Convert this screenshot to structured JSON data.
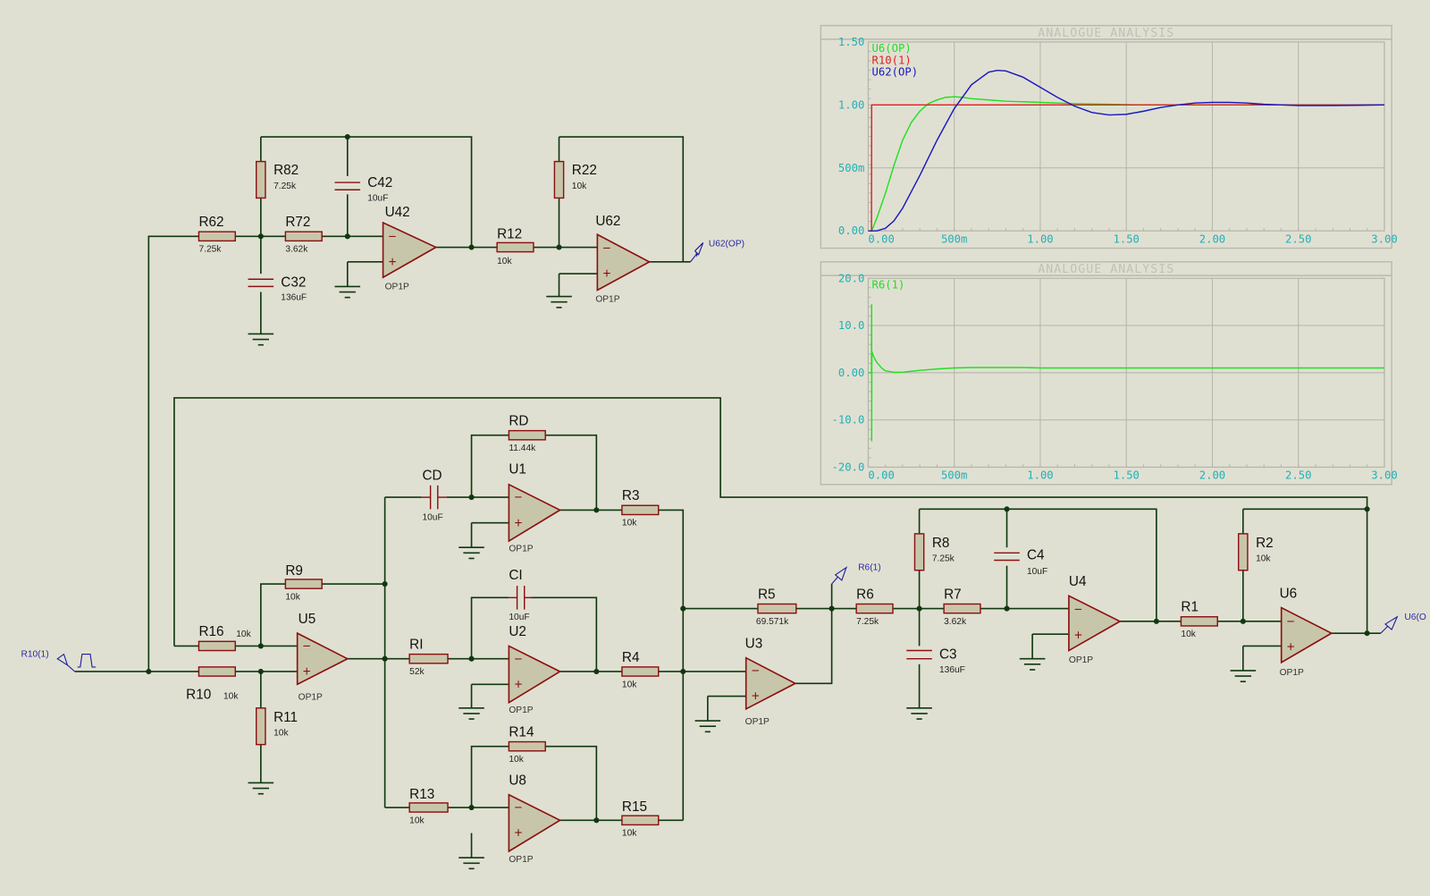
{
  "schematic": {
    "components": {
      "R62": {
        "ref": "R62",
        "value": "7.25k"
      },
      "R82": {
        "ref": "R82",
        "value": "7.25k"
      },
      "R72": {
        "ref": "R72",
        "value": "3.62k"
      },
      "C32": {
        "ref": "C32",
        "value": "136uF"
      },
      "C42": {
        "ref": "C42",
        "value": "10uF"
      },
      "U42": {
        "ref": "U42",
        "model": "OP1P"
      },
      "R12": {
        "ref": "R12",
        "value": "10k"
      },
      "R22": {
        "ref": "R22",
        "value": "10k"
      },
      "U62": {
        "ref": "U62",
        "model": "OP1P"
      },
      "R9": {
        "ref": "R9",
        "value": "10k"
      },
      "R16": {
        "ref": "R16",
        "value": "10k"
      },
      "R10": {
        "ref": "R10",
        "value": "10k"
      },
      "R11": {
        "ref": "R11",
        "value": "10k"
      },
      "U5": {
        "ref": "U5",
        "model": "OP1P"
      },
      "CD": {
        "ref": "CD",
        "value": "10uF"
      },
      "RD": {
        "ref": "RD",
        "value": "11.44k"
      },
      "U1": {
        "ref": "U1",
        "model": "OP1P"
      },
      "R3": {
        "ref": "R3",
        "value": "10k"
      },
      "CI": {
        "ref": "CI",
        "value": "10uF"
      },
      "RI": {
        "ref": "RI",
        "value": "52k"
      },
      "U2": {
        "ref": "U2",
        "model": "OP1P"
      },
      "R4": {
        "ref": "R4",
        "value": "10k"
      },
      "R14": {
        "ref": "R14",
        "value": "10k"
      },
      "R13": {
        "ref": "R13",
        "value": "10k"
      },
      "U8": {
        "ref": "U8",
        "model": "OP1P"
      },
      "R15": {
        "ref": "R15",
        "value": "10k"
      },
      "R5": {
        "ref": "R5",
        "value": "69.571k"
      },
      "U3": {
        "ref": "U3",
        "model": "OP1P"
      },
      "R6": {
        "ref": "R6",
        "value": "7.25k"
      },
      "R8": {
        "ref": "R8",
        "value": "7.25k"
      },
      "R7": {
        "ref": "R7",
        "value": "3.62k"
      },
      "C3": {
        "ref": "C3",
        "value": "136uF"
      },
      "C4": {
        "ref": "C4",
        "value": "10uF"
      },
      "U4": {
        "ref": "U4",
        "model": "OP1P"
      },
      "R1": {
        "ref": "R1",
        "value": "10k"
      },
      "R2": {
        "ref": "R2",
        "value": "10k"
      },
      "U6": {
        "ref": "U6",
        "model": "OP1P"
      }
    },
    "probes": {
      "input": "R10(1)",
      "u62": "U62(OP)",
      "r6": "R6(1)",
      "u6": "U6(O"
    },
    "colors": {
      "wire": "#103810",
      "component": "#8a1010",
      "body": "#c8c6aa",
      "probe": "#2a2aa8"
    }
  },
  "chart_data": [
    {
      "type": "line",
      "title": "ANALOGUE ANALYSIS",
      "xlabel": "",
      "ylabel": "",
      "xlim": [
        0,
        3.0
      ],
      "ylim": [
        0,
        1.5
      ],
      "xticks": [
        {
          "v": 0,
          "label": "0.00"
        },
        {
          "v": 0.5,
          "label": "500m"
        },
        {
          "v": 1.0,
          "label": "1.00"
        },
        {
          "v": 1.5,
          "label": "1.50"
        },
        {
          "v": 2.0,
          "label": "2.00"
        },
        {
          "v": 2.5,
          "label": "2.50"
        },
        {
          "v": 3.0,
          "label": "3.00"
        }
      ],
      "yticks": [
        {
          "v": 0,
          "label": "0.00"
        },
        {
          "v": 0.5,
          "label": "500m"
        },
        {
          "v": 1.0,
          "label": "1.00"
        },
        {
          "v": 1.5,
          "label": "1.50"
        }
      ],
      "grid": true,
      "legend": "top-left",
      "series": [
        {
          "name": "U6(OP)",
          "color": "#20e020",
          "x": [
            0,
            0.02,
            0.05,
            0.1,
            0.15,
            0.2,
            0.25,
            0.3,
            0.35,
            0.4,
            0.45,
            0.5,
            0.55,
            0.6,
            0.7,
            0.8,
            1.0,
            1.2,
            1.4,
            1.6,
            2.0,
            2.5,
            3.0
          ],
          "y": [
            0,
            0,
            0.1,
            0.3,
            0.52,
            0.72,
            0.86,
            0.95,
            1.01,
            1.04,
            1.06,
            1.065,
            1.06,
            1.05,
            1.04,
            1.03,
            1.02,
            1.01,
            1.005,
            1.0,
            1.0,
            1.0,
            1.0
          ]
        },
        {
          "name": "R10(1)",
          "color": "#e02020",
          "x": [
            0,
            0.019,
            0.02,
            3.0
          ],
          "y": [
            0,
            0,
            1.0,
            1.0
          ]
        },
        {
          "name": "U62(OP)",
          "color": "#1818c0",
          "x": [
            0,
            0.05,
            0.1,
            0.15,
            0.2,
            0.3,
            0.4,
            0.5,
            0.6,
            0.7,
            0.75,
            0.8,
            0.9,
            1.0,
            1.1,
            1.2,
            1.3,
            1.4,
            1.5,
            1.6,
            1.7,
            1.8,
            1.9,
            2.0,
            2.1,
            2.2,
            2.3,
            2.4,
            2.5,
            2.7,
            3.0
          ],
          "y": [
            0,
            0,
            0.02,
            0.08,
            0.18,
            0.44,
            0.72,
            0.97,
            1.16,
            1.26,
            1.275,
            1.27,
            1.22,
            1.14,
            1.06,
            0.99,
            0.94,
            0.92,
            0.925,
            0.95,
            0.98,
            1.0,
            1.015,
            1.02,
            1.02,
            1.015,
            1.005,
            1.0,
            0.995,
            0.995,
            1.0
          ]
        }
      ]
    },
    {
      "type": "line",
      "title": "ANALOGUE ANALYSIS",
      "xlabel": "",
      "ylabel": "",
      "xlim": [
        0,
        3.0
      ],
      "ylim": [
        -20,
        20
      ],
      "xticks": [
        {
          "v": 0,
          "label": "0.00"
        },
        {
          "v": 0.5,
          "label": "500m"
        },
        {
          "v": 1.0,
          "label": "1.00"
        },
        {
          "v": 1.5,
          "label": "1.50"
        },
        {
          "v": 2.0,
          "label": "2.00"
        },
        {
          "v": 2.5,
          "label": "2.50"
        },
        {
          "v": 3.0,
          "label": "3.00"
        }
      ],
      "yticks": [
        {
          "v": -20,
          "label": "-20.0"
        },
        {
          "v": -10,
          "label": "-10.0"
        },
        {
          "v": 0,
          "label": "0.00"
        },
        {
          "v": 10,
          "label": "10.0"
        },
        {
          "v": 20,
          "label": "20.0"
        }
      ],
      "grid": true,
      "legend": "top-left",
      "series": [
        {
          "name": "R6(1)",
          "color": "#20e020",
          "x": [
            0,
            0.019,
            0.02,
            0.02,
            0.021,
            0.021,
            0.03,
            0.05,
            0.08,
            0.1,
            0.15,
            0.2,
            0.3,
            0.4,
            0.5,
            0.6,
            0.8,
            0.9,
            1.0,
            1.5,
            2.0,
            2.5,
            3.0
          ],
          "y": [
            0,
            0,
            14.5,
            -14.5,
            4.5,
            4.5,
            3.5,
            2.2,
            0.9,
            0.4,
            0.1,
            0.1,
            0.5,
            0.8,
            1.0,
            1.1,
            1.1,
            1.1,
            1.0,
            1.0,
            1.0,
            1.0,
            1.0
          ]
        }
      ]
    }
  ]
}
